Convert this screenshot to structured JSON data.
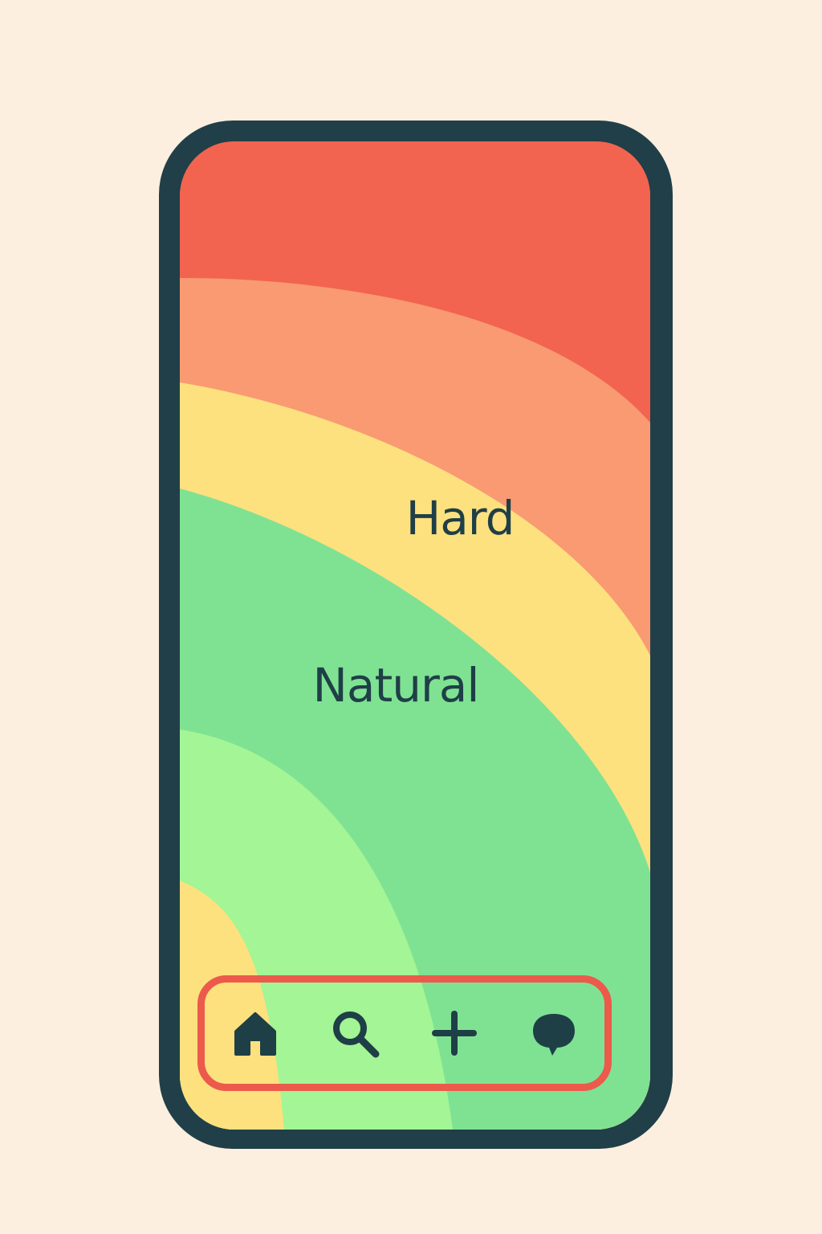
{
  "content": {
    "hard_label": "Hard",
    "natural_label": "Natural"
  },
  "nav": {
    "items": [
      {
        "name": "home",
        "icon": "home-icon"
      },
      {
        "name": "search",
        "icon": "search-icon"
      },
      {
        "name": "add",
        "icon": "plus-icon"
      },
      {
        "name": "messages",
        "icon": "chat-bubble-icon"
      }
    ]
  },
  "colors": {
    "background": "#fcefdf",
    "phone_frame": "#203f48",
    "band_red": "#f2644f",
    "band_orange": "#f99a72",
    "band_yellow": "#fde17e",
    "band_green": "#7fe293",
    "band_light_green": "#a3f595",
    "nav_outline": "#ec5a4c",
    "text": "#1f3f47"
  }
}
